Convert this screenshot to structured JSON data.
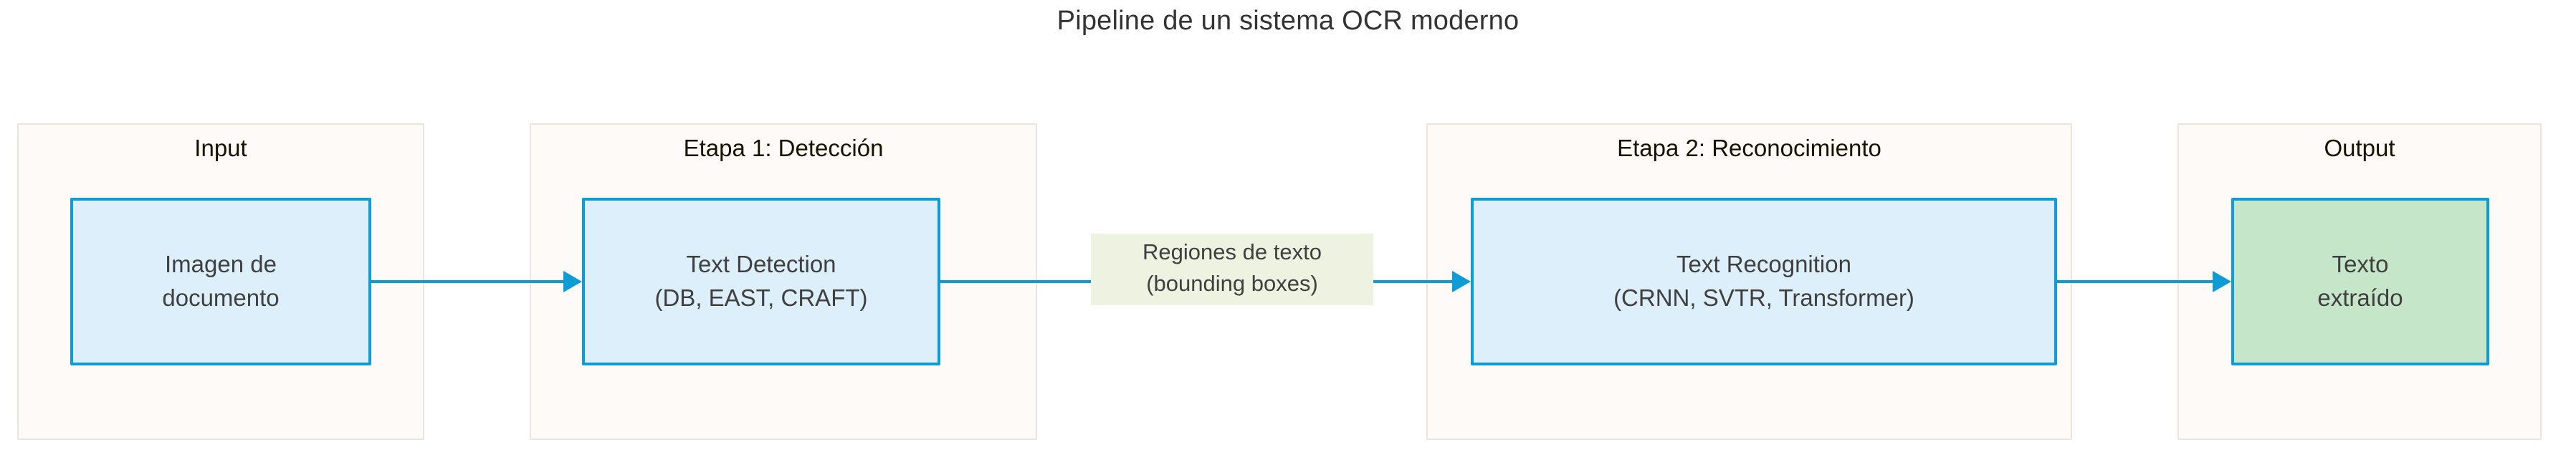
{
  "diagram": {
    "title": "Pipeline de un sistema OCR moderno",
    "type": "flowchart",
    "direction": "left-to-right",
    "colors": {
      "background": "#ffffff",
      "title_text": "#333333",
      "subgraph_fill": "#fdfaf8",
      "subgraph_border": "#ece4e1",
      "subgraph_title_text": "#131300",
      "node_border": "#0d9cd5",
      "node_fill_blue": "#ddeffa",
      "node_fill_green": "#c6e6c9",
      "node_text": "#3f3f3f",
      "edge_stroke": "#0d9cd5",
      "edge_label_fill": "#eef2e0",
      "edge_label_text": "#3f3f3f"
    },
    "subgraphs": [
      {
        "id": "input",
        "title": "Input",
        "node": {
          "id": "node-input",
          "style": "blue",
          "lines": [
            "Imagen de",
            "documento"
          ]
        }
      },
      {
        "id": "stage1",
        "title": "Etapa 1: Detección",
        "node": {
          "id": "node-detect",
          "style": "blue",
          "lines": [
            "Text Detection",
            "(DB, EAST, CRAFT)"
          ]
        }
      },
      {
        "id": "stage2",
        "title": "Etapa 2: Reconocimiento",
        "node": {
          "id": "node-recog",
          "style": "blue",
          "lines": [
            "Text Recognition",
            "(CRNN, SVTR, Transformer)"
          ]
        }
      },
      {
        "id": "output",
        "title": "Output",
        "node": {
          "id": "node-output",
          "style": "green",
          "lines": [
            "Texto",
            "extraído"
          ]
        }
      }
    ],
    "edges": [
      {
        "id": "edge1",
        "from": "node-input",
        "to": "node-detect",
        "label_lines": []
      },
      {
        "id": "edge2",
        "from": "node-detect",
        "to": "node-recog",
        "label_lines": [
          "Regiones de texto",
          "(bounding boxes)"
        ]
      },
      {
        "id": "edge3",
        "from": "node-recog",
        "to": "node-output",
        "label_lines": []
      }
    ]
  }
}
